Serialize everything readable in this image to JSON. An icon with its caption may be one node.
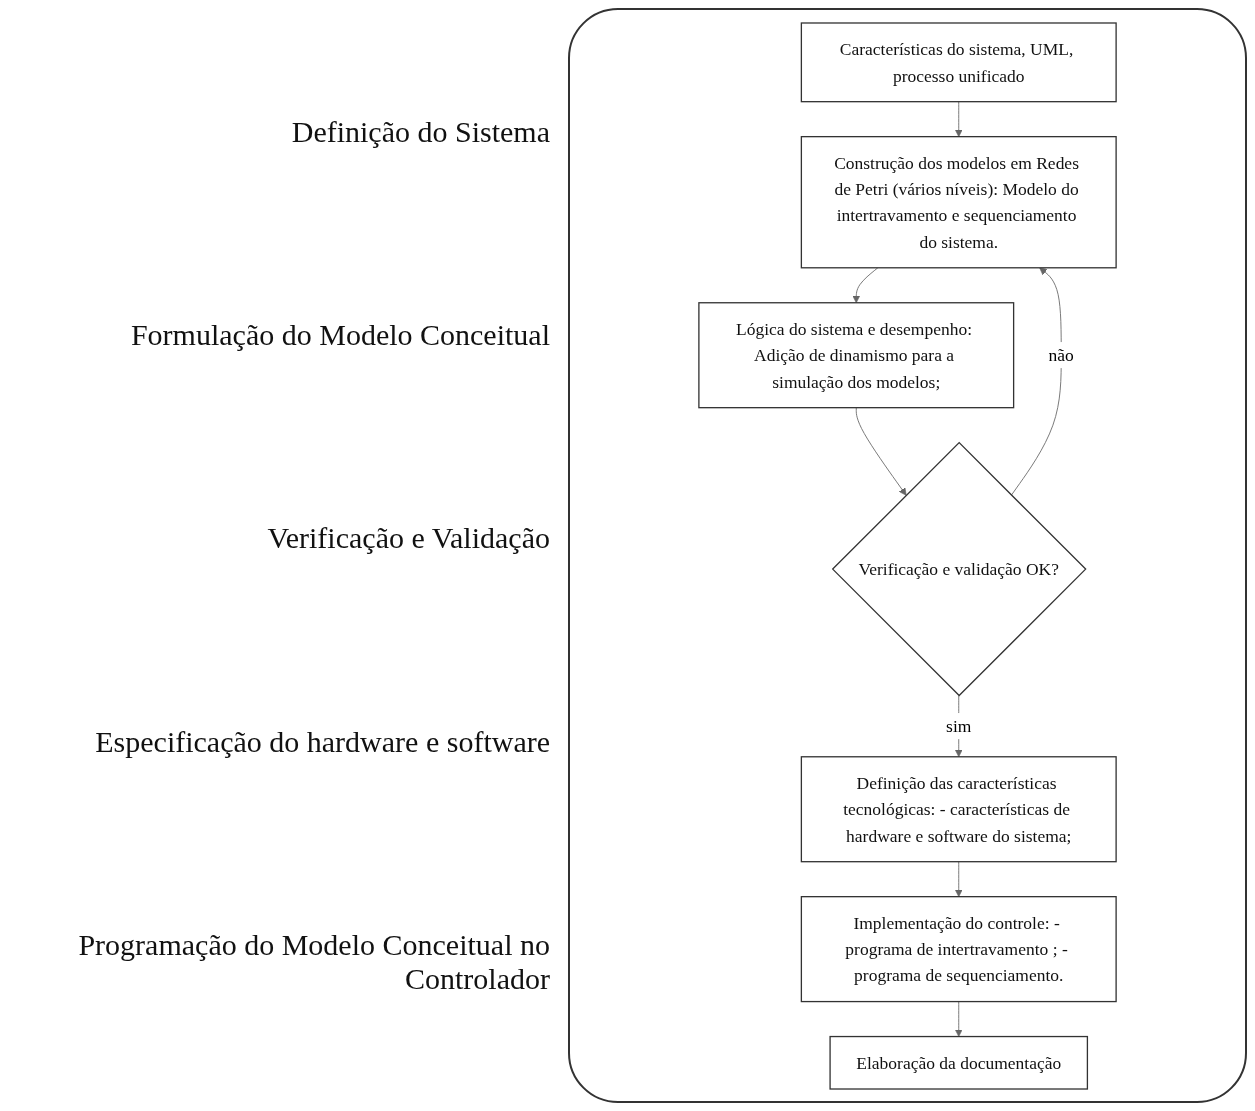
{
  "diagram": {
    "nodes": [
      {
        "text": [
          "Características do sistema, UML, processo unificado"
        ]
      },
      {
        "text": [
          "Construção dos modelos em Redes de Petri (vários níveis): Modelo do intertravamento e sequenciamento do sistema."
        ]
      },
      {
        "text": [
          "Lógica do sistema e desempenho: Adição de dinamismo para a simulação dos modelos;"
        ]
      },
      {
        "text": [
          "Verificação e validação OK?"
        ]
      },
      {
        "text": [
          "Definição das características tecnológicas: - características de hardware e software do sistema;"
        ]
      },
      {
        "text": [
          "Implementação do controle: - programa de intertravamento ; - programa de sequenciamento."
        ]
      },
      {
        "text": [
          "Elaboração da documentação"
        ]
      }
    ],
    "edges": [
      {
        "from": 0,
        "to": 1,
        "arrow": "to"
      },
      {
        "from": 1,
        "to": 2,
        "arrow": "to"
      },
      {
        "from": 2,
        "to": 3,
        "arrow": "to"
      },
      {
        "from": 3,
        "to": 1,
        "arrow": "to",
        "label": "não"
      },
      {
        "from": 3,
        "to": 4,
        "arrow": "to",
        "label": "sim"
      },
      {
        "from": 4,
        "to": 5,
        "arrow": "to"
      },
      {
        "from": 5,
        "to": 6,
        "arrow": "to"
      }
    ],
    "labels": [
      "Definição do Sistema",
      "Formulação do Modelo Conceitual",
      "Verificação e Validação",
      "Especificação do hardware e software",
      "Programação do Modelo Conceitual no Controlador"
    ]
  }
}
